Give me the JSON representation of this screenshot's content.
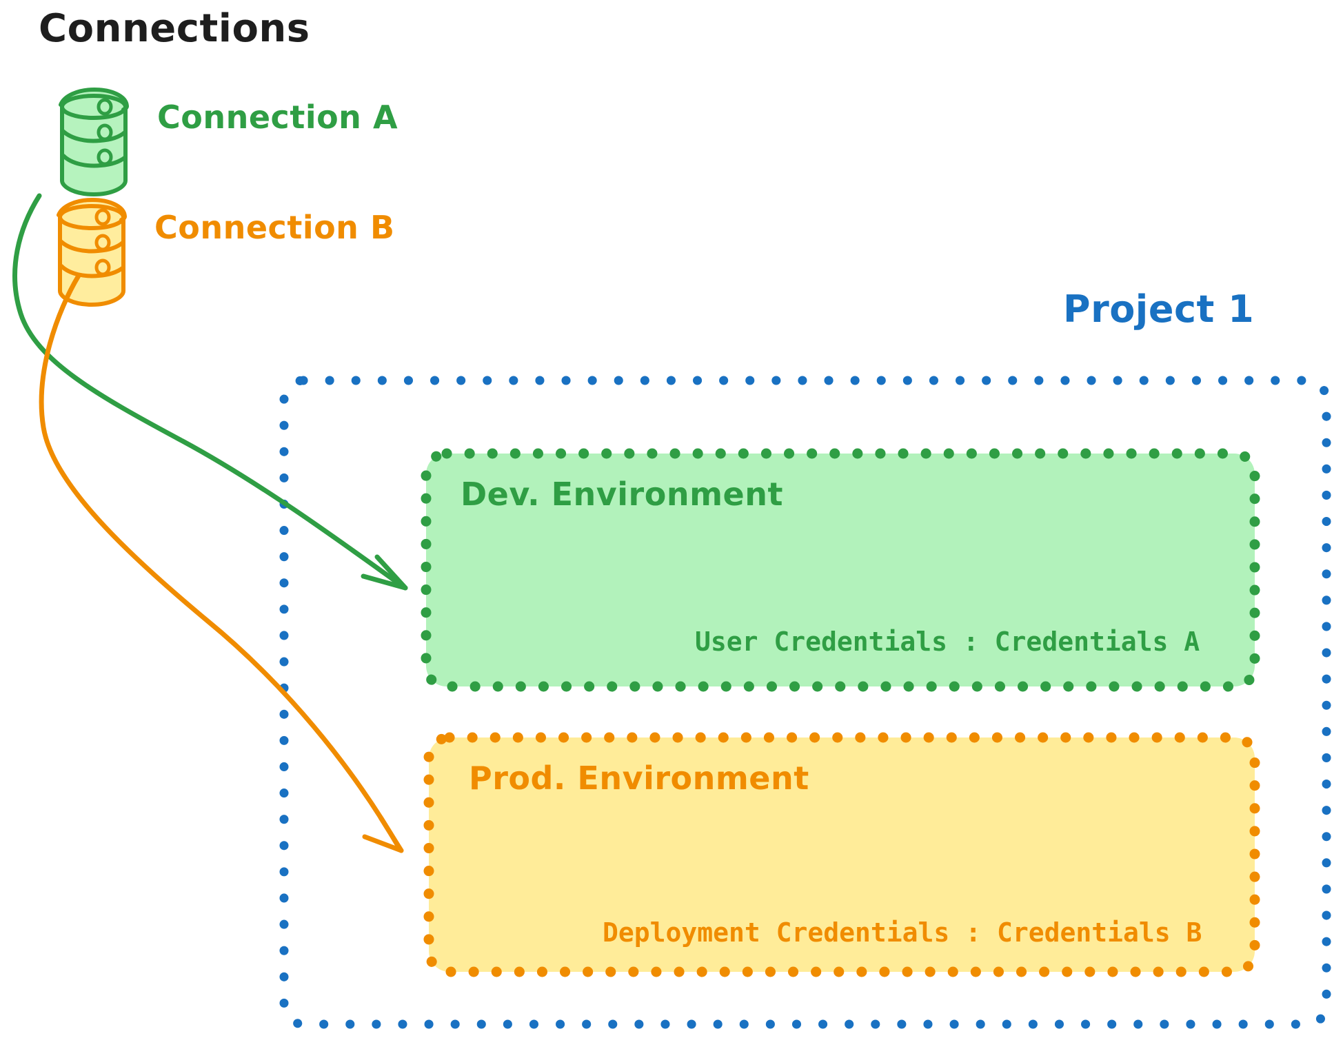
{
  "diagram": {
    "title": "Connections",
    "background": "#ffffff"
  },
  "connections": {
    "heading": "Connections",
    "items": [
      {
        "id": "connection-a",
        "label": "Connection A",
        "icon": "database-icon",
        "stroke": "#2f9e44",
        "fill": "#b2f2bb"
      },
      {
        "id": "connection-b",
        "label": "Connection B",
        "icon": "database-icon",
        "stroke": "#f08c00",
        "fill": "#ffec99"
      }
    ]
  },
  "project": {
    "title": "Project 1",
    "stroke": "#1971c2",
    "border_style": "dotted",
    "environments": [
      {
        "id": "dev-environment",
        "title": "Dev. Environment",
        "credentials_label": "User Credentials : Credentials A",
        "stroke": "#2f9e44",
        "fill": "#b2f2bb",
        "border_style": "dotted"
      },
      {
        "id": "prod-environment",
        "title": "Prod. Environment",
        "credentials_label": "Deployment Credentials : Credentials B",
        "stroke": "#f08c00",
        "fill": "#ffec99",
        "border_style": "dotted"
      }
    ]
  },
  "arrows": [
    {
      "id": "arrow-connection-a-to-dev",
      "from": "connection-a",
      "to": "dev-environment",
      "stroke": "#2f9e44"
    },
    {
      "id": "arrow-connection-b-to-prod",
      "from": "connection-b",
      "to": "prod-environment",
      "stroke": "#f08c00"
    }
  ]
}
